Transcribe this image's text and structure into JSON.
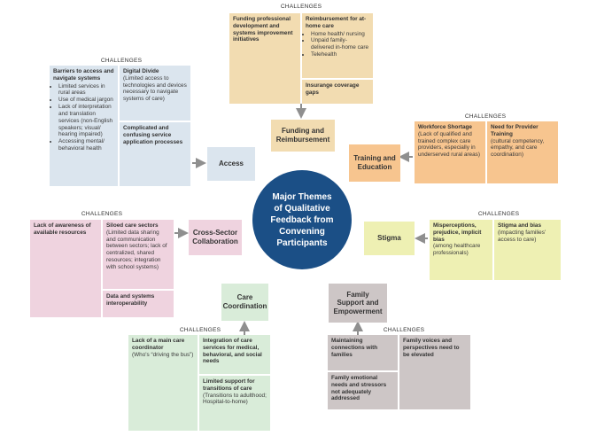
{
  "center": {
    "line1": "Major Themes",
    "line2": "of Qualitative",
    "line3": "Feedback from",
    "line4": "Convening",
    "line5": "Participants"
  },
  "challenges_label": "CHALLENGES",
  "funding": {
    "theme": [
      "Funding and",
      "Reimbursement"
    ],
    "c1": {
      "title": "Funding professional development and systems improvement initiatives"
    },
    "c2": {
      "title": "Reimbursement for at-home care",
      "items": [
        "Home health/ nursing",
        "Unpaid family-delivered in-home care",
        "Telehealth"
      ]
    },
    "c3": {
      "title": "Insurange coverage gaps"
    }
  },
  "access": {
    "theme": "Access",
    "c1": {
      "title": "Barriers to access and navigate systems",
      "items": [
        "Limited services in rural areas",
        "Use of medical jargon",
        "Lack of interpretation and translation services (non-English speakers; visual/ hearing impaired)",
        "Accessing mental/ behavioral health"
      ]
    },
    "c2": {
      "title": "Digital Divide",
      "text": "(Limited access to technologies and devices necessary to navigate systems of care)"
    },
    "c3": {
      "title": "Complicated and confusing service application processes"
    }
  },
  "training": {
    "theme": [
      "Training and",
      "Education"
    ],
    "c1": {
      "title": "Workforce Shortage",
      "text": "(Lack of qualified and trained complex care providers, especially in underserved rural areas)"
    },
    "c2": {
      "title": "Need for Provider Training",
      "text": "(cultural competency, empathy, and care coordination)"
    }
  },
  "cross": {
    "theme": [
      "Cross-Sector",
      "Collaboration"
    ],
    "c1": {
      "title": "Lack of awareness of available resources"
    },
    "c2": {
      "title": "Siloed care sectors",
      "text": "(Limited data sharing and communication between sectors; lack of centralized, shared resources; integration with school systems)"
    },
    "c3": {
      "title": "Data and systems interoperability"
    }
  },
  "stigma": {
    "theme": "Stigma",
    "c1": {
      "title": "Misperceptions, prejudice, implicit bias",
      "text": "(among healthcare professionals)"
    },
    "c2": {
      "title": "Stigma and bias",
      "text": "(impacting families' access to care)"
    }
  },
  "care": {
    "theme": [
      "Care",
      "Coordination"
    ],
    "c1": {
      "title": "Lack of a main care coordinator",
      "text": "(Who's “driving the bus”)"
    },
    "c2": {
      "title": "Integration of care services for medical, behavioral, and social needs"
    },
    "c3": {
      "title": "Limited support for transitions of care",
      "text": "(Transitions to adulthood; Hospital-to-home)"
    }
  },
  "family": {
    "theme": [
      "Family",
      "Support and",
      "Empowerment"
    ],
    "c1": {
      "title": "Maintaining connections with families"
    },
    "c2": {
      "title": "Family voices and perspectives need to be elevated"
    },
    "c3": {
      "title": "Family emotional needs and stressors not adequately addressed"
    }
  },
  "colors": {
    "center": "#1b4f86",
    "access": "#dbe5ee",
    "funding": "#f2dcb1",
    "training": "#f7c58f",
    "stigma": "#eef0b3",
    "cross": "#efd3df",
    "care": "#d9ecd9",
    "family": "#cdc6c6",
    "arrow": "#8f8f8f"
  }
}
